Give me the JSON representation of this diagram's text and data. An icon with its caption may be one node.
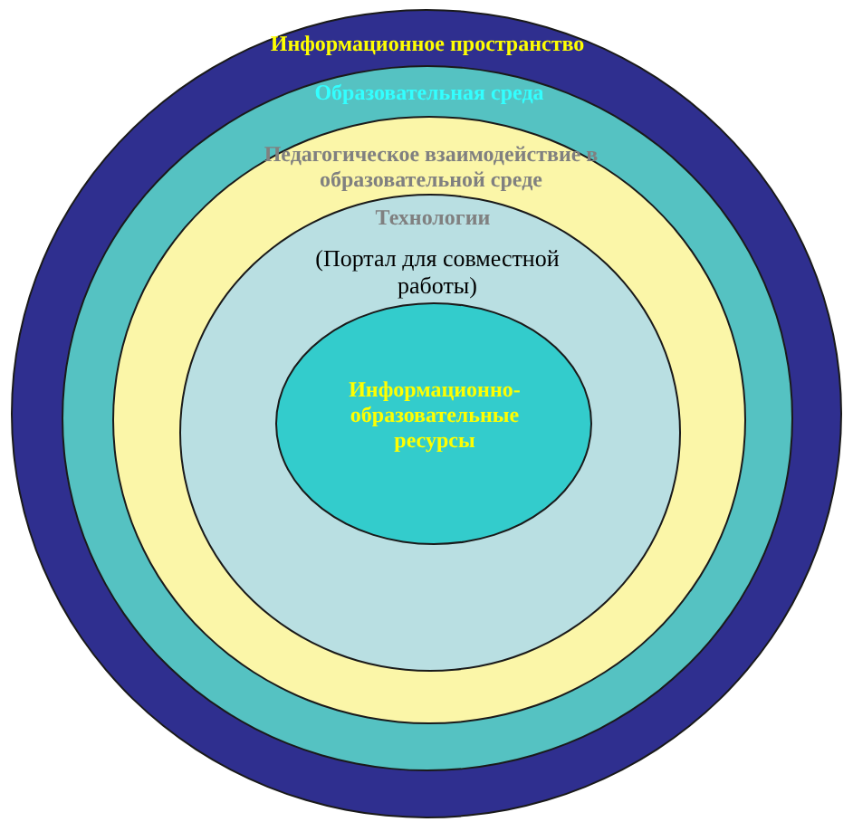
{
  "diagram": {
    "nodes": [
      {
        "text": [
          "Информационное пространство"
        ]
      },
      {
        "text": [
          "Образовательная среда"
        ],
        "in": 0
      },
      {
        "text": [
          "Педагогическое взаимодействие в образовательной среде"
        ],
        "in": 1
      },
      {
        "text": [
          "Технологии",
          "(Портал для совместной работы)"
        ],
        "in": 2
      },
      {
        "text": [
          "Информационно-образовательные ресурсы"
        ],
        "in": 3
      }
    ]
  }
}
